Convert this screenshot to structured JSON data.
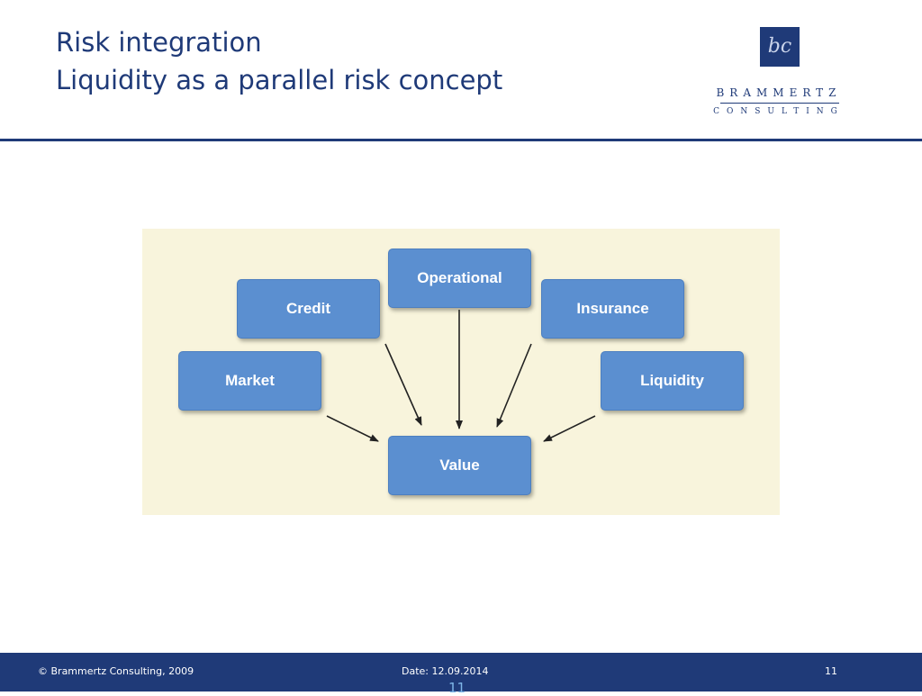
{
  "slide": {
    "title_line1": "Risk integration",
    "title_line2": "Liquidity as a parallel risk concept"
  },
  "logo": {
    "monogram": "bc",
    "name": "BRAMMERTZ",
    "subtitle": "CONSULTING"
  },
  "diagram": {
    "nodes": {
      "operational": "Operational",
      "credit": "Credit",
      "insurance": "Insurance",
      "market": "Market",
      "liquidity": "Liquidity",
      "value": "Value"
    },
    "edges": [
      {
        "from": "market",
        "to": "value"
      },
      {
        "from": "credit",
        "to": "value"
      },
      {
        "from": "operational",
        "to": "value"
      },
      {
        "from": "insurance",
        "to": "value"
      },
      {
        "from": "liquidity",
        "to": "value"
      }
    ]
  },
  "footer": {
    "copyright": "© Brammertz Consulting, 2009",
    "date": "Date: 12.09.2014",
    "page": "11",
    "page_large": "11"
  },
  "colors": {
    "brand": "#1f3a78",
    "node": "#5b8fd0",
    "figure_bg": "#f8f4dc"
  }
}
